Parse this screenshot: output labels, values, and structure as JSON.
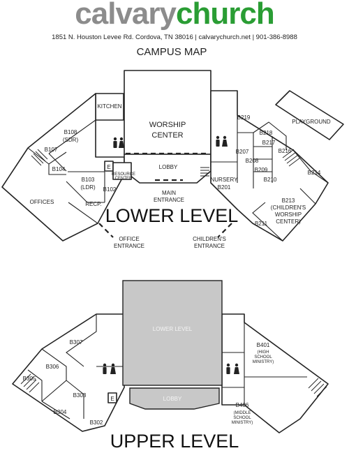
{
  "header": {
    "brand_part1": "calvary",
    "brand_part2": "church",
    "address_line": "1851 N. Houston Levee Rd. Cordova, TN 38016  |  calvarychurch.net  |  901-386-8988",
    "map_title": "CAMPUS MAP"
  },
  "colors": {
    "brand_gray": "#8c8c8c",
    "brand_green": "#2a9d34",
    "upper_shade": "#c8c8c8"
  },
  "lower_level": {
    "heading": "LOWER LEVEL",
    "rooms": {
      "kitchen": "KITCHEN",
      "worship_1": "WORSHIP",
      "worship_2": "CENTER",
      "playground": "PLAYGROUND",
      "b219": "B219",
      "b218": "B218",
      "b217": "B217",
      "b216": "B216",
      "b207": "B207",
      "b208": "B208",
      "b209": "B209",
      "b210": "B210",
      "b214": "B214",
      "b108_1": "B108",
      "b108_2": "(SDR)",
      "b107": "B107",
      "b104": "B104",
      "b103_1": "B103",
      "b103_2": "(LDR)",
      "b102": "B102",
      "resource_1": "RESOURCE",
      "resource_2": "CENTER",
      "elevator": "E",
      "lobby": "LOBBY",
      "nursery_1": "NURSERY",
      "nursery_2": "B201",
      "offices": "OFFICES",
      "recp": "RECP.",
      "b213_1": "B213",
      "b213_2": "(CHILDREN'S",
      "b213_3": "WORSHIP",
      "b213_4": "CENTER)",
      "b211": "B211"
    },
    "entrances": {
      "main_1": "MAIN",
      "main_2": "ENTRANCE",
      "office_1": "OFFICE",
      "office_2": "ENTRANCE",
      "children_1": "CHILDREN'S",
      "children_2": "ENTRANCE"
    }
  },
  "upper_level": {
    "heading": "UPPER LEVEL",
    "overlay_label": "LOWER LEVEL",
    "overlay_label_2": "LOBBY",
    "rooms": {
      "b307": "B307",
      "b306": "B306",
      "b305": "B305",
      "b303": "B303",
      "b304": "B304",
      "b302": "B302",
      "elevator": "E",
      "b401_1": "B401",
      "b401_2": "(HIGH",
      "b401_3": "SCHOOL",
      "b401_4": "MINISTRY)",
      "b406_1": "B406",
      "b406_2": "(MIDDLE",
      "b406_3": "SCHOOL",
      "b406_4": "MINISTRY)"
    }
  },
  "icons": [
    "restroom-men-icon",
    "restroom-women-icon",
    "elevator-icon",
    "stairs-icon"
  ]
}
